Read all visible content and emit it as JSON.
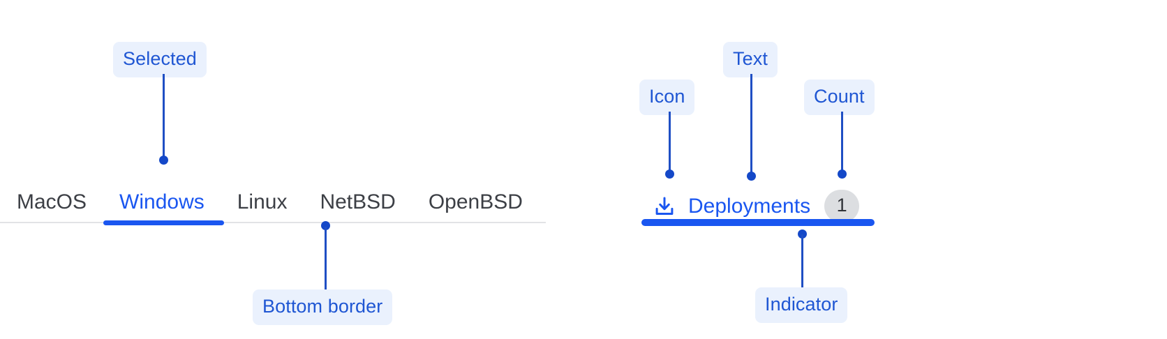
{
  "left_group": {
    "tabs": [
      {
        "label": "MacOS",
        "selected": false
      },
      {
        "label": "Windows",
        "selected": true
      },
      {
        "label": "Linux",
        "selected": false
      },
      {
        "label": "NetBSD",
        "selected": false
      },
      {
        "label": "OpenBSD",
        "selected": false
      }
    ],
    "annotations": {
      "selected": "Selected",
      "bottom_border": "Bottom border"
    }
  },
  "right_group": {
    "tab": {
      "icon": "download-icon",
      "label": "Deployments",
      "count": "1"
    },
    "annotations": {
      "icon": "Icon",
      "text": "Text",
      "count": "Count",
      "indicator": "Indicator"
    }
  },
  "colors": {
    "accent_blue": "#1a56f0",
    "callout_text": "#1f56d3",
    "callout_bg": "#eaf1fd",
    "leader_line": "#1f4fc4",
    "tab_text": "#3c3f45",
    "divider": "#e2e3e6",
    "badge_bg": "#dcdee1",
    "badge_text": "#2f3237"
  }
}
